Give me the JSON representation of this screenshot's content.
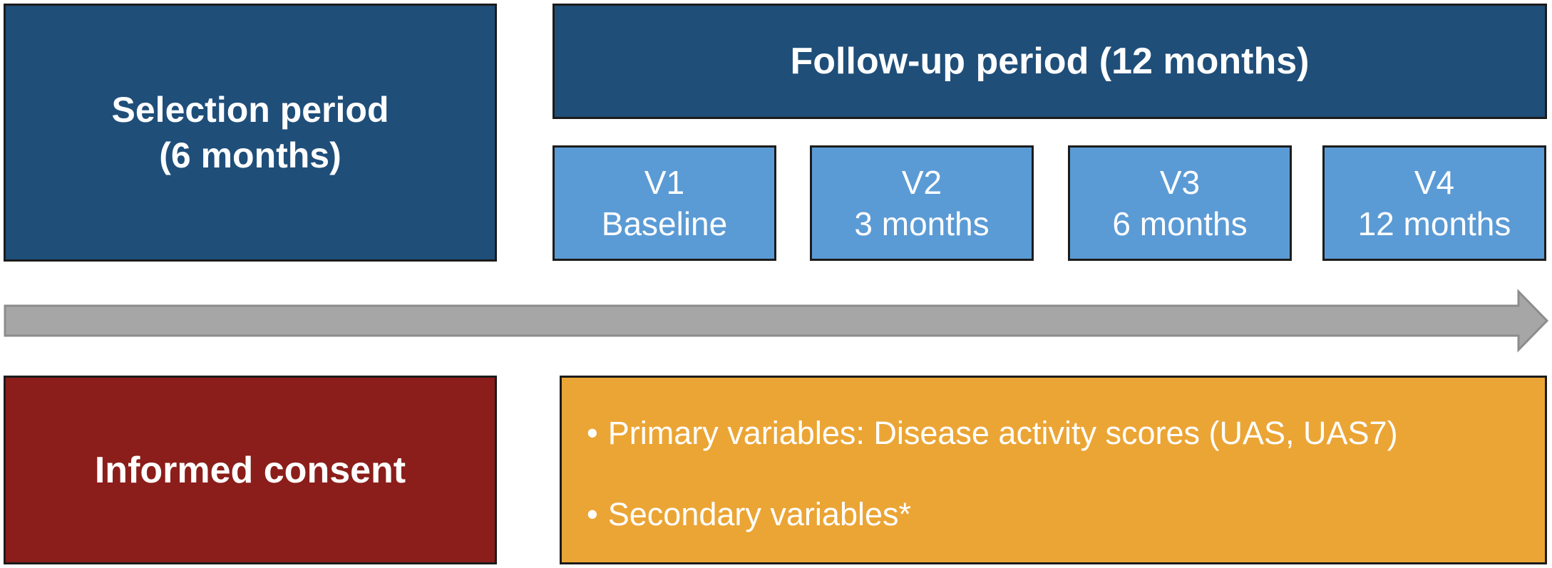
{
  "selection": {
    "line1": "Selection period",
    "line2": "(6 months)"
  },
  "followup": {
    "label": "Follow-up period (12 months)"
  },
  "visits": [
    {
      "code": "V1",
      "label": "Baseline"
    },
    {
      "code": "V2",
      "label": "3 months"
    },
    {
      "code": "V3",
      "label": "6 months"
    },
    {
      "code": "V4",
      "label": "12 months"
    }
  ],
  "consent": {
    "label": "Informed consent"
  },
  "variables": {
    "bullet": "•",
    "items": [
      "Primary variables: Disease activity scores (UAS, UAS7)",
      "Secondary variables*"
    ]
  },
  "colors": {
    "dark_blue": "#1f4e79",
    "light_blue": "#5b9bd5",
    "red": "#8b1e1a",
    "orange": "#eba535",
    "arrow_gray": "#a6a6a6"
  }
}
